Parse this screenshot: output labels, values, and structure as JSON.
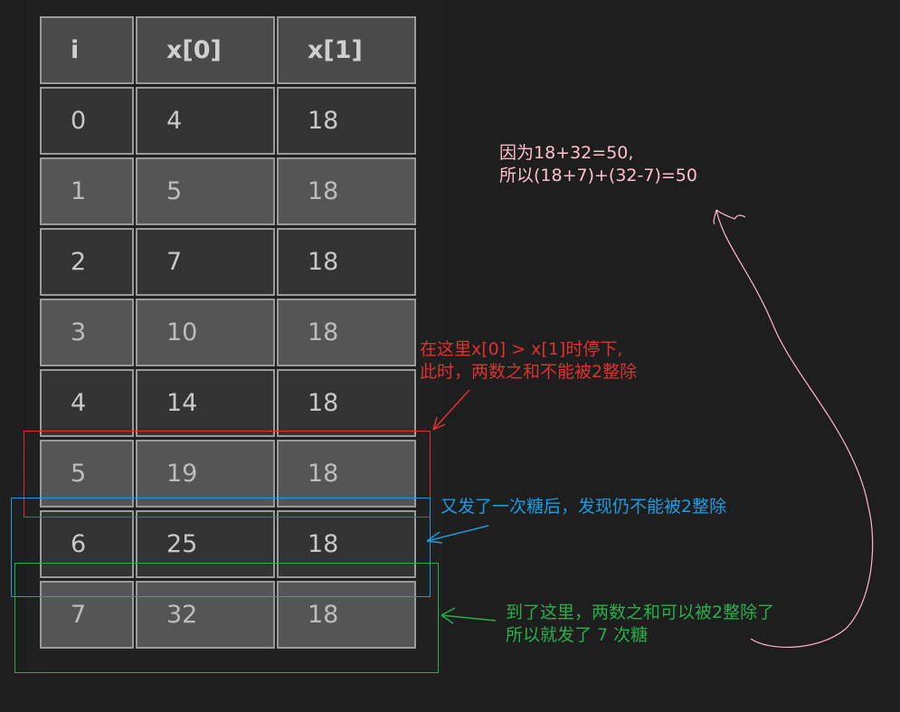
{
  "table": {
    "headers": [
      "i",
      "x[0]",
      "x[1]"
    ],
    "rows": [
      [
        "0",
        "4",
        "18"
      ],
      [
        "1",
        "5",
        "18"
      ],
      [
        "2",
        "7",
        "18"
      ],
      [
        "3",
        "10",
        "18"
      ],
      [
        "4",
        "14",
        "18"
      ],
      [
        "5",
        "19",
        "18"
      ],
      [
        "6",
        "25",
        "18"
      ],
      [
        "7",
        "32",
        "18"
      ]
    ]
  },
  "annotations": {
    "top_note": [
      "因为18+32=50,",
      "所以(18+7)+(32-7)=50"
    ],
    "red_note": [
      "在这里x[0] > x[1]时停下,",
      "此时，两数之和不能被2整除"
    ],
    "blue_note": "又发了一次糖后，发现仍不能被2整除",
    "green_note": [
      "到了这里，两数之和可以被2整除了",
      "所以就发了 7 次糖"
    ]
  },
  "colors": {
    "red": "#e03030",
    "blue": "#1e9be0",
    "green": "#27b04a",
    "pink": "#ffb6c8"
  }
}
